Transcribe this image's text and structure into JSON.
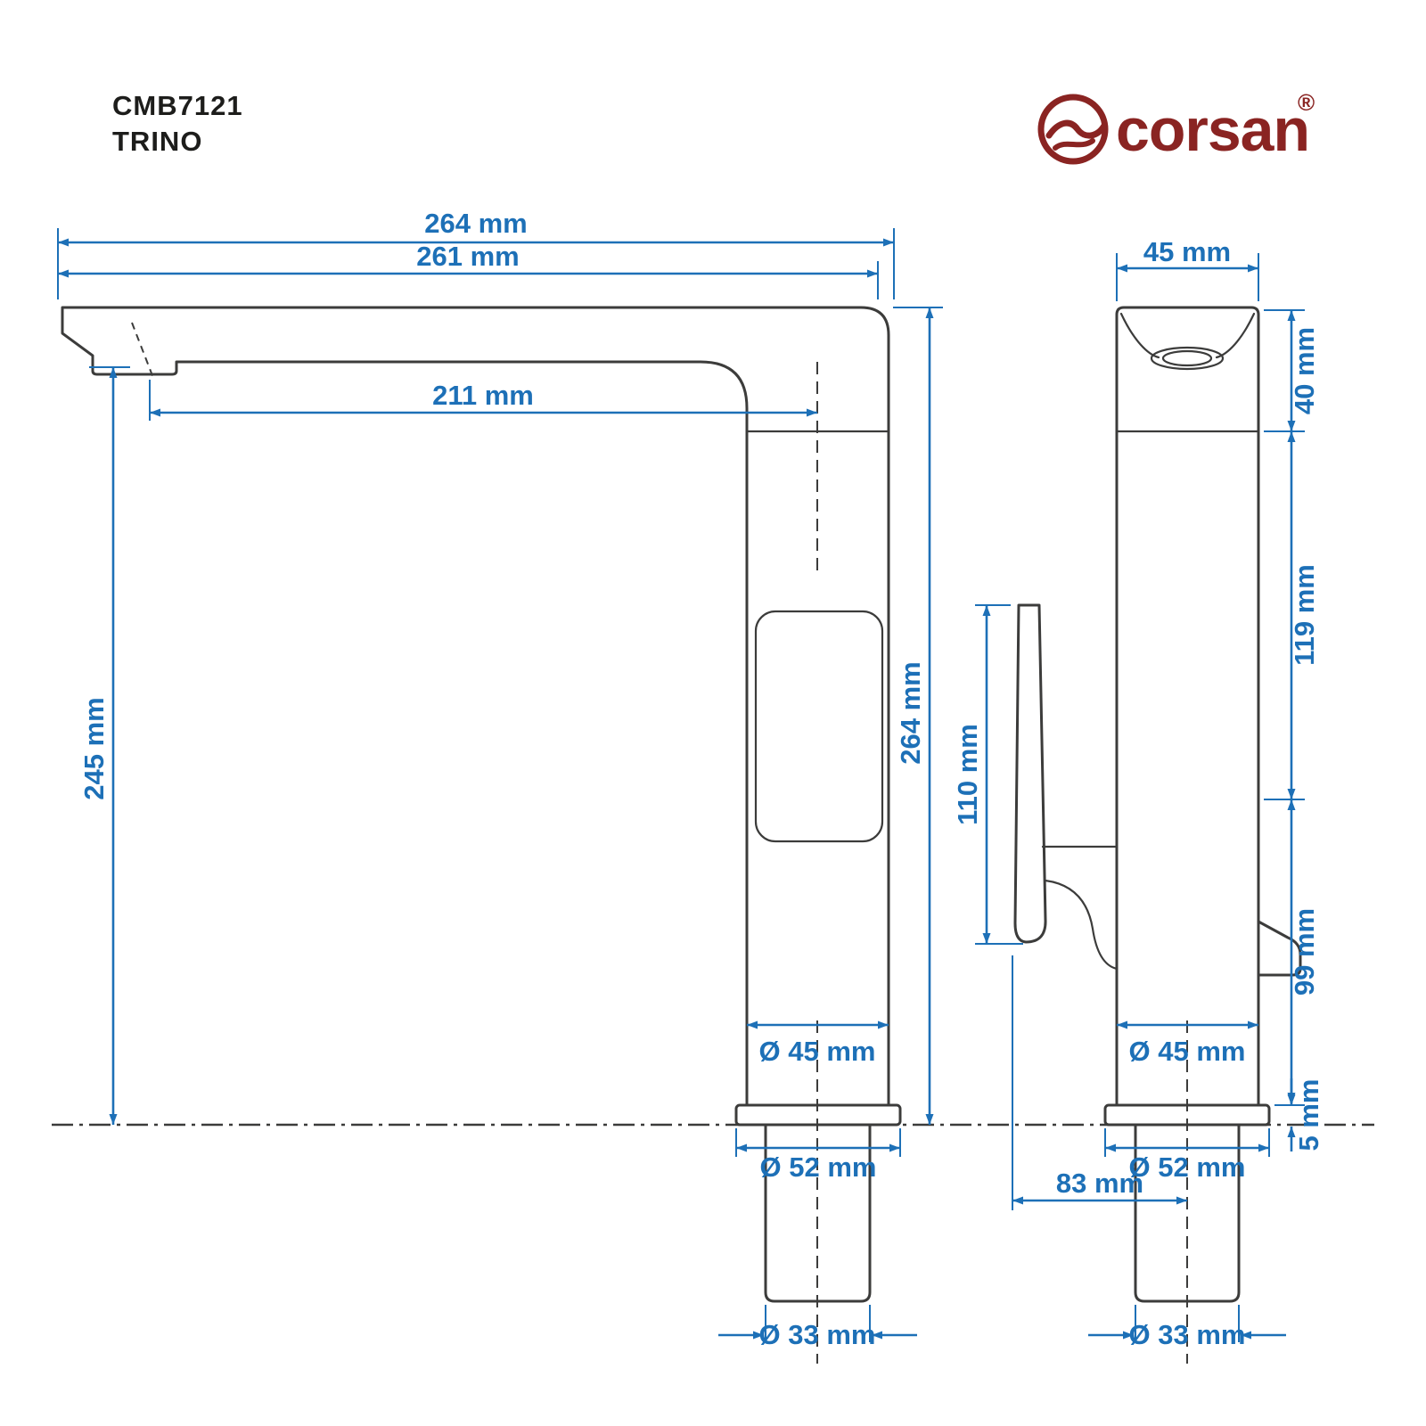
{
  "header": {
    "product_code": "CMB7121",
    "product_name": "TRINO"
  },
  "brand": {
    "logo_text": "corsan",
    "registered_mark": "®"
  },
  "left_view": {
    "dim_total_width": "264 mm",
    "dim_spout_width": "261 mm",
    "dim_spout_reach": "211 mm",
    "dim_height_to_spout": "245 mm",
    "dim_total_height": "264 mm",
    "dim_body_diameter": "Ø 45 mm",
    "dim_base_diameter": "Ø 52 mm",
    "dim_thread_diameter": "Ø 33 mm"
  },
  "right_view": {
    "dim_body_width": "45 mm",
    "dim_head_height": "40 mm",
    "dim_upper_height": "119 mm",
    "dim_handle_height": "110 mm",
    "dim_lower_height": "99 mm",
    "dim_base_plate_height": "5 mm",
    "dim_body_diameter": "Ø 45 mm",
    "dim_base_diameter": "Ø 52 mm",
    "dim_handle_offset": "83 mm",
    "dim_thread_diameter": "Ø 33 mm"
  },
  "colors": {
    "dimension_blue": "#1d70b7",
    "drawing_line": "#3c3c3b",
    "brand_maroon": "#8a2422"
  }
}
